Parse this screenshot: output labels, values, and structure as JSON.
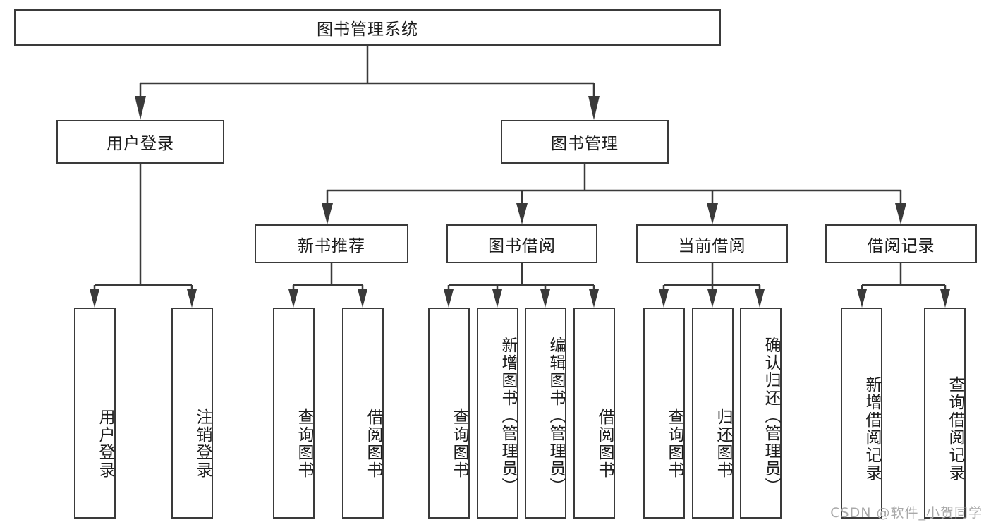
{
  "diagram": {
    "type": "tree",
    "title": "图书管理系统",
    "root": {
      "label": "图书管理系统"
    },
    "level2": [
      {
        "label": "用户登录"
      },
      {
        "label": "图书管理"
      }
    ],
    "level3": [
      {
        "label": "新书推荐"
      },
      {
        "label": "图书借阅"
      },
      {
        "label": "当前借阅"
      },
      {
        "label": "借阅记录"
      }
    ],
    "leaves": {
      "user_login": [
        {
          "label": "用户登录"
        },
        {
          "label": "注销登录"
        }
      ],
      "new_book_recommend": [
        {
          "label": "查询图书"
        },
        {
          "label": "借阅图书"
        }
      ],
      "book_borrow": [
        {
          "label": "查询图书"
        },
        {
          "label": "新增图书（管理员）"
        },
        {
          "label": "编辑图书（管理员）"
        },
        {
          "label": "借阅图书"
        }
      ],
      "current_borrow": [
        {
          "label": "查询图书"
        },
        {
          "label": "归还图书"
        },
        {
          "label": "确认归还（管理员）"
        }
      ],
      "borrow_record": [
        {
          "label": "新增借阅记录"
        },
        {
          "label": "查询借阅记录"
        }
      ]
    }
  },
  "watermark": {
    "text": "CSDN @软件_小贺同学"
  },
  "colors": {
    "box_border": "#3a3a3a",
    "text": "#1c1c1c",
    "background": "#ffffff",
    "connector": "#3a3a3a",
    "watermark": "#a9a9a9"
  }
}
